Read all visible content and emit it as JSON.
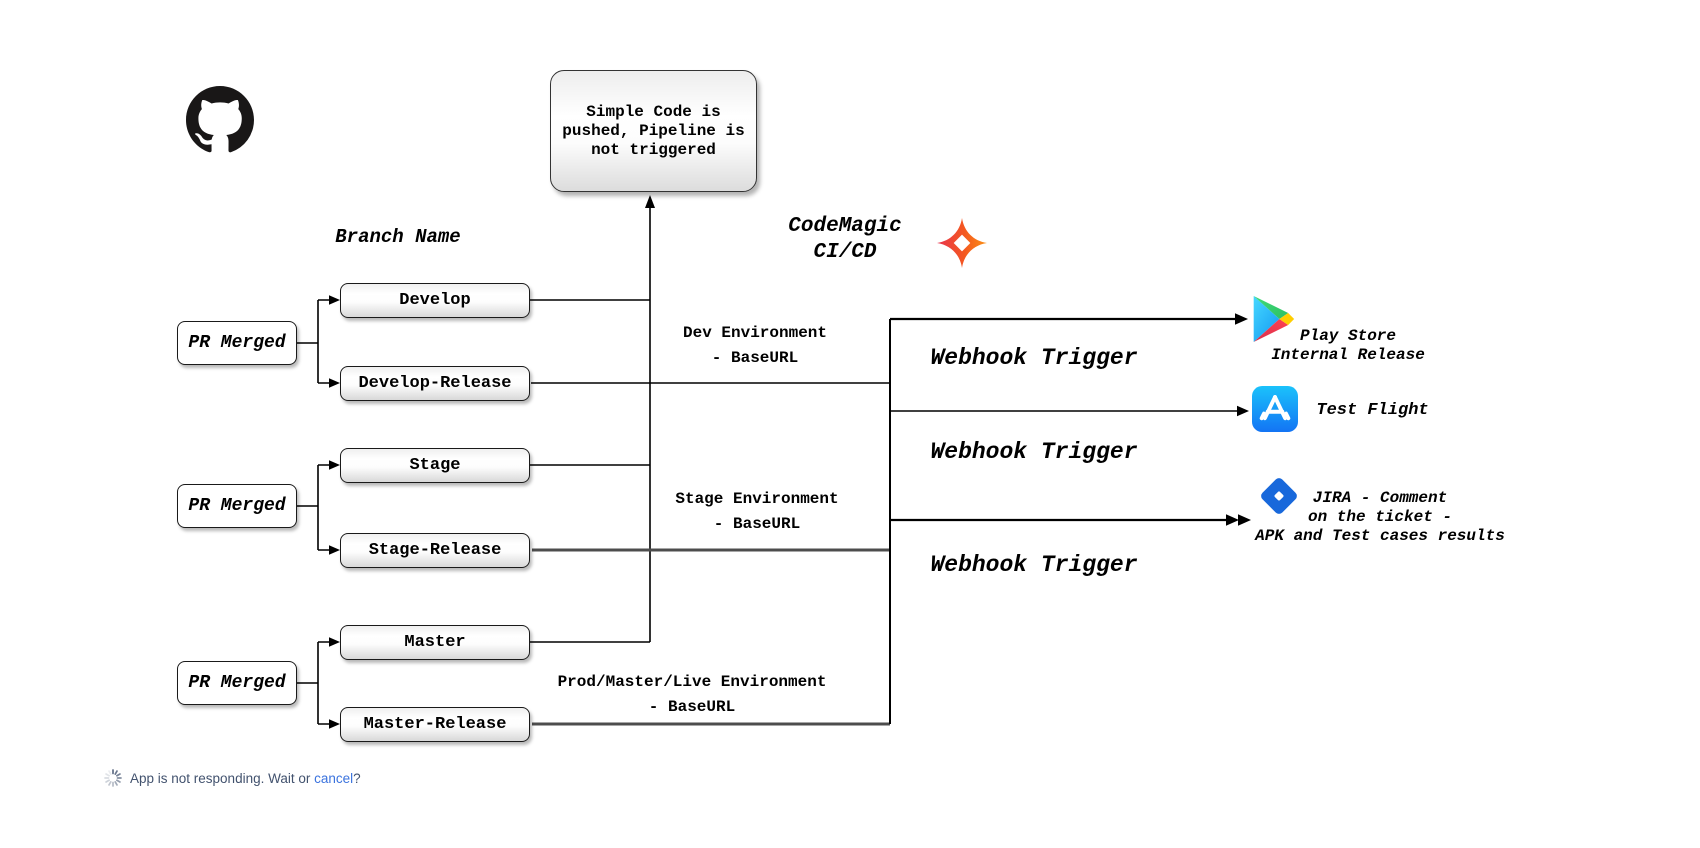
{
  "diagram": {
    "source_heading": "Branch Name",
    "ci_heading": {
      "line1": "CodeMagic",
      "line2": "CI/CD"
    },
    "note": {
      "line1": "Simple Code is",
      "line2": "pushed, Pipeline is",
      "line3": "not triggered"
    },
    "groups": [
      {
        "pr": "PR Merged",
        "top": "Develop",
        "bottom": "Develop-Release"
      },
      {
        "pr": "PR Merged",
        "top": "Stage",
        "bottom": "Stage-Release"
      },
      {
        "pr": "PR Merged",
        "top": "Master",
        "bottom": "Master-Release"
      }
    ],
    "environments": [
      {
        "line1": "Dev Environment",
        "line2": "- BaseURL"
      },
      {
        "line1": "Stage Environment",
        "line2": "- BaseURL"
      },
      {
        "line1": "Prod/Master/Live Environment",
        "line2": "- BaseURL"
      }
    ],
    "webhooks": [
      "Webhook Trigger",
      "Webhook Trigger",
      "Webhook Trigger"
    ],
    "targets": {
      "play_store": {
        "line1": "Play Store",
        "line2": "Internal Release"
      },
      "test_flight": {
        "label": "Test Flight"
      },
      "jira": {
        "line1": "JIRA - Comment",
        "line2": "on the ticket -",
        "line3": "APK and Test cases results"
      }
    },
    "icons": {
      "github": "github-icon",
      "codemagic": "codemagic-icon",
      "play_store": "play-store-icon",
      "app_store": "app-store-icon",
      "jira": "jira-icon"
    }
  },
  "status_bar": {
    "message": "App is not responding. Wait or ",
    "link": "cancel",
    "suffix": "?",
    "spinner": "spinner-icon"
  },
  "colors": {
    "line": "#000000",
    "thick_line": "#4d4d4d",
    "github_black": "#191717",
    "codemagic_red": "#ec3f3f",
    "codemagic_orange": "#fb8c1a",
    "appstore_blue_top": "#1bc2fb",
    "appstore_blue_bottom": "#1374f4",
    "jira_blue": "#1868db",
    "play_cyan": "#2bb6f6",
    "play_green": "#3ddb73",
    "play_yellow": "#ffce00",
    "play_red": "#f4394f",
    "status_text": "#42526e",
    "status_link": "#3b73de"
  }
}
